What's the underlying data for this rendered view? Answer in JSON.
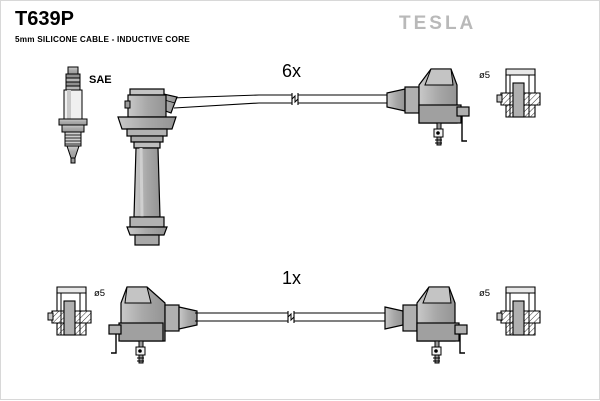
{
  "document": {
    "title": "T639P",
    "subtitle": "5mm SILICONE CABLE - INDUCTIVE CORE",
    "brand": "TESLA",
    "background": "#ffffff",
    "line_color": "#000000",
    "part_fill": "#a8a8a8",
    "part_fill_light": "#c9c9c9",
    "part_fill_dark": "#8f8f8f",
    "brand_color": "#b9b9b9"
  },
  "labels": {
    "sae": "SAE",
    "qty_top": "6x",
    "qty_bottom": "1x",
    "diameter": "ø5"
  },
  "assemblies": [
    {
      "name": "top-assembly",
      "quantity": "6x",
      "parts": [
        {
          "name": "sae-spark-plug-icon",
          "label": "SAE"
        },
        {
          "name": "spark-plug-boot"
        },
        {
          "name": "ignition-cable",
          "joint": true
        },
        {
          "name": "coil-connector-angled"
        },
        {
          "name": "grommet-seal",
          "label": "ø5"
        }
      ]
    },
    {
      "name": "bottom-assembly",
      "quantity": "1x",
      "parts": [
        {
          "name": "grommet-seal-left",
          "label": "ø5"
        },
        {
          "name": "connector-angled-left"
        },
        {
          "name": "ignition-cable",
          "joint": true
        },
        {
          "name": "connector-angled-right"
        },
        {
          "name": "grommet-seal-right",
          "label": "ø5"
        }
      ]
    }
  ]
}
